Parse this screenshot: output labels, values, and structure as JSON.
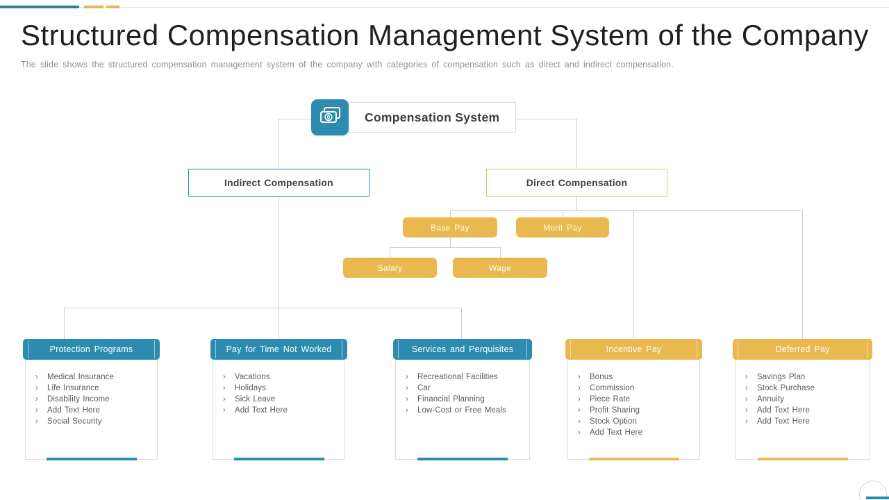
{
  "colors": {
    "accent_blue": "#2b8cb0",
    "accent_yellow": "#e9b84f",
    "topbar_blue": "#2b7f9e",
    "connector_gray": "#cccfd3"
  },
  "header": {
    "title": "Structured Compensation Management System of the Company",
    "subtitle": "The slide shows the structured compensation management system of the company with categories of compensation such as direct and indirect compensation."
  },
  "diagram": {
    "root": {
      "label": "Compensation System",
      "icon": "banknote-icon"
    },
    "level1": {
      "indirect": {
        "label": "Indirect Compensation"
      },
      "direct": {
        "label": "Direct Compensation"
      }
    },
    "level2": {
      "base_pay": {
        "label": "Base Pay"
      },
      "merit_pay": {
        "label": "Merit Pay"
      }
    },
    "level3": {
      "salary": {
        "label": "Salary"
      },
      "wage": {
        "label": "Wage"
      }
    },
    "cards": [
      {
        "title": "Protection Programs",
        "theme": "blue",
        "items": [
          "Medical Insurance",
          "Life Insurance",
          "Disability Income",
          "Add Text Here",
          "Social Security"
        ]
      },
      {
        "title": "Pay for Time Not Worked",
        "theme": "blue",
        "items": [
          "Vacations",
          "Holidays",
          "Sick Leave",
          "Add Text Here"
        ]
      },
      {
        "title": "Services and Perquisites",
        "theme": "blue",
        "items": [
          "Recreational Facilities",
          "Car",
          "Financial Planning",
          "Low-Cost or Free Meals"
        ]
      },
      {
        "title": "Incentive Pay",
        "theme": "yellow",
        "items": [
          "Bonus",
          "Commission",
          "Piece Rate",
          "Profit Sharing",
          "Stock Option",
          "Add Text Here"
        ]
      },
      {
        "title": "Deferred Pay",
        "theme": "yellow",
        "items": [
          "Savings Plan",
          "Stock Purchase",
          "Annuity",
          "Add Text Here",
          "Add Text Here"
        ]
      }
    ]
  }
}
